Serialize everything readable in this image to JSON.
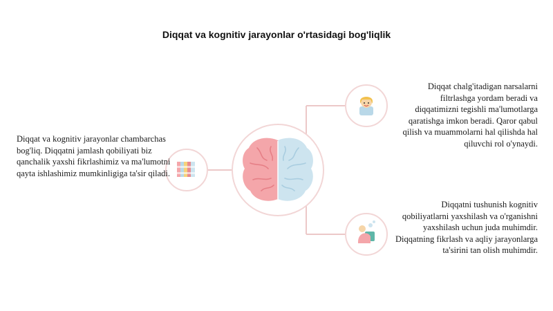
{
  "title": "Diqqat va kognitiv jarayonlar o'rtasidagi bog'liqlik",
  "left_text": "Diqqat va kognitiv jarayonlar chambarchas bog'liq. Diqqatni jamlash qobiliyati biz qanchalik yaxshi fikrlashimiz va ma'lumotni qayta ishlashimiz mumkinligiga ta'sir qiladi.",
  "top_right_text": "Diqqat chalg'itadigan narsalarni filtrlashga yordam beradi va diqqatimizni tegishli ma'lumotlarga qaratishga imkon beradi. Qaror qabul qilish va muammolarni hal qilishda hal qiluvchi rol o'ynaydi.",
  "bottom_right_text": "Diqqatni tushunish kognitiv qobiliyatlarni yaxshilash va o'rganishni yaxshilash uchun juda muhimdir. Diqqatning fikrlash va aqliy jarayonlarga ta'sirini tan olish muhimdir.",
  "colors": {
    "connector": "#ecc8c8",
    "ring": "#f2d6d6",
    "brain_left": "#f4a6aa",
    "brain_right": "#cde4ef"
  },
  "icons": {
    "center": "brain-icon",
    "left": "books-icon",
    "top_right": "person-icon",
    "bottom_right": "thinking-person-icon"
  }
}
